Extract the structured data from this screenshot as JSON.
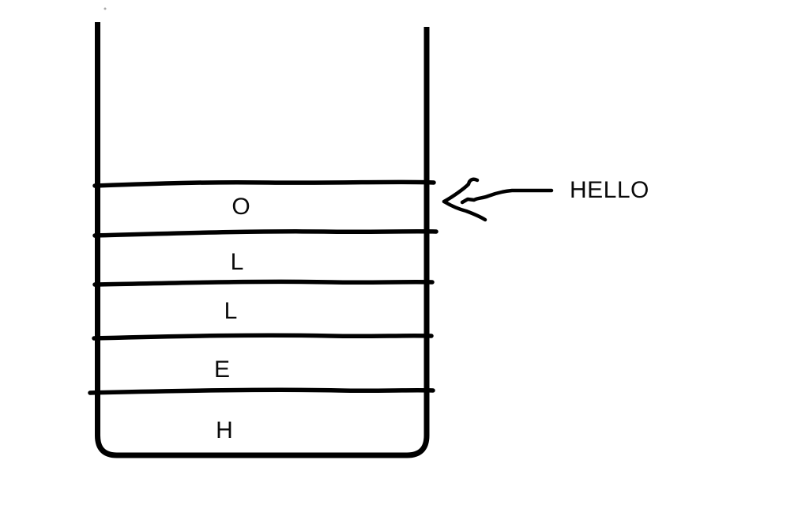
{
  "diagram": {
    "stack": {
      "items": [
        "O",
        "L",
        "L",
        "E",
        "H"
      ]
    },
    "annotation": {
      "label": "HELLO"
    },
    "icons": {
      "arrow": "hand-drawn-left-arrow"
    },
    "colors": {
      "ink": "#000000",
      "background": "#ffffff"
    }
  }
}
